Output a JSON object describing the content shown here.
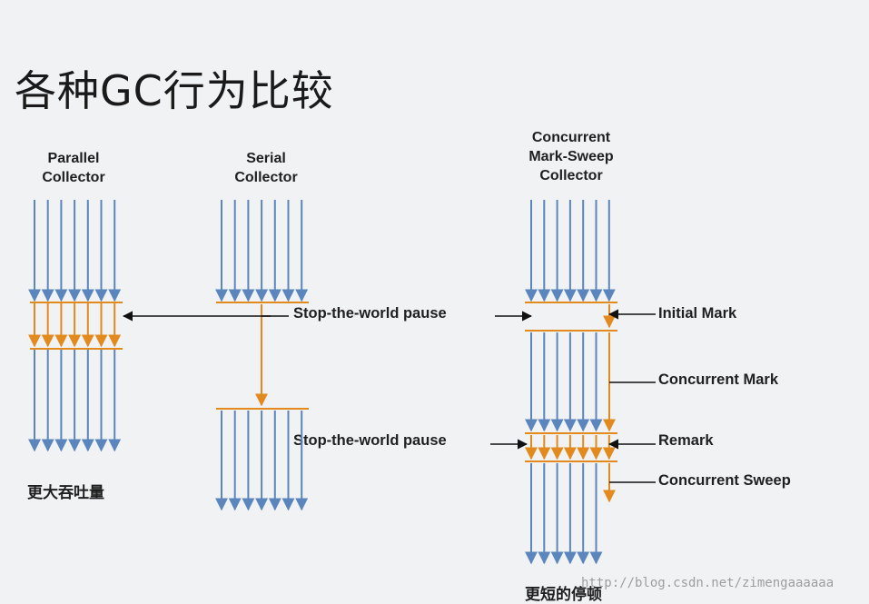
{
  "title": "各种GC行为比较",
  "collectors": {
    "parallel": {
      "line1": "Parallel",
      "line2": "Collector"
    },
    "serial": {
      "line1": "Serial",
      "line2": "Collector"
    },
    "cms": {
      "line1": "Concurrent",
      "line2": "Mark-Sweep",
      "line3": "Collector"
    }
  },
  "annotations": {
    "stw_pause_1": "Stop-the-world pause",
    "stw_pause_2": "Stop-the-world pause",
    "initial_mark": "Initial Mark",
    "concurrent_mark": "Concurrent Mark",
    "remark": "Remark",
    "concurrent_sweep": "Concurrent Sweep"
  },
  "captions": {
    "parallel": "更大吞吐量",
    "cms": "更短的停顿"
  },
  "watermark": "http://blog.csdn.net/zimengaaaaaa",
  "colors": {
    "app_thread": "#5b86bd",
    "gc_thread": "#e38a1e",
    "pointer": "#111111"
  }
}
